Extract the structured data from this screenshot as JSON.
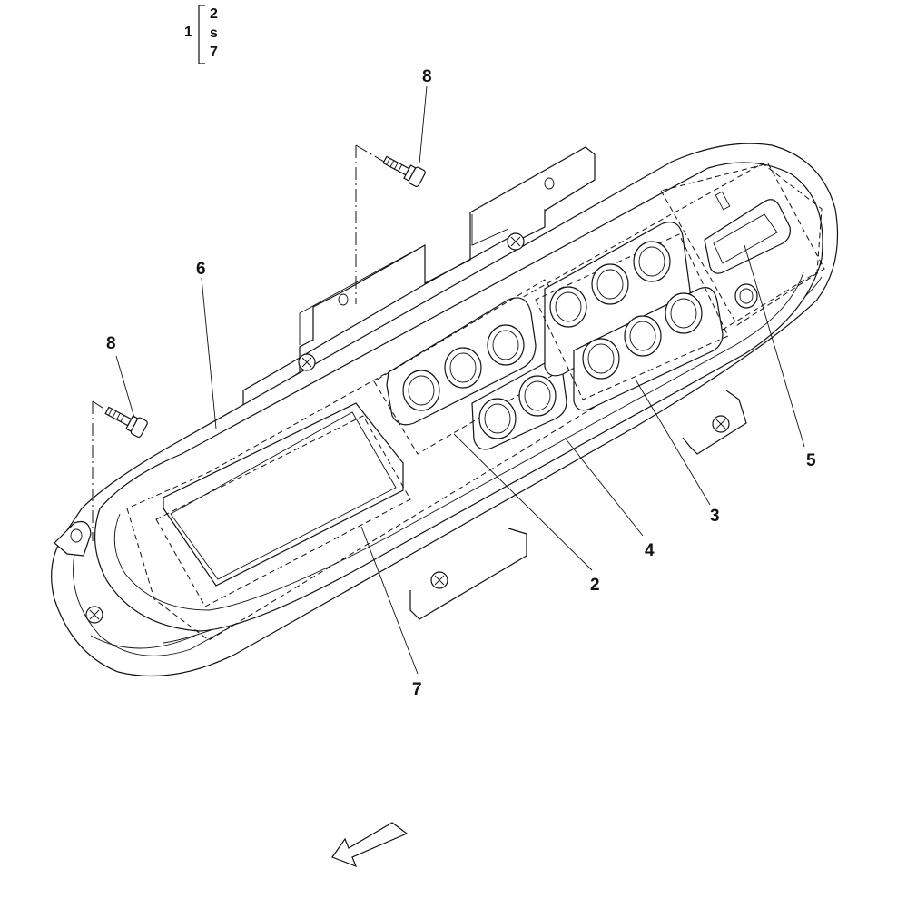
{
  "assembly": {
    "parent_label": "1",
    "children": [
      "2",
      "s",
      "7"
    ]
  },
  "callouts": {
    "c2": "2",
    "c3": "3",
    "c4": "4",
    "c5": "5",
    "c6": "6",
    "c7": "7",
    "c8a": "8",
    "c8b": "8"
  },
  "icons": {
    "screw": "screw-icon",
    "direction_arrow": "direction-arrow-icon"
  }
}
